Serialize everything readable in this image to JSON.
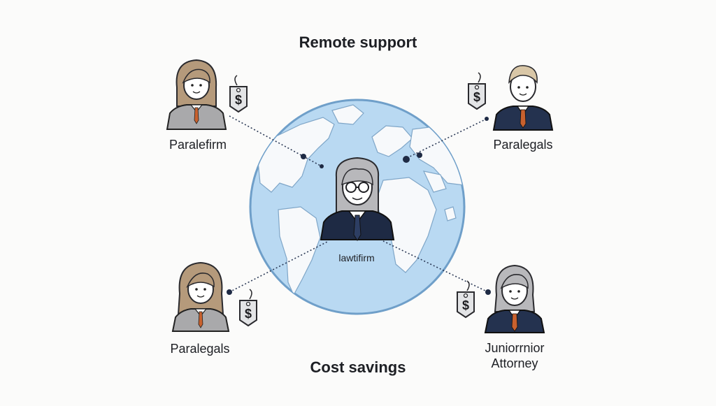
{
  "diagram": {
    "title": "Remote support",
    "footer": "Cost savings",
    "center": {
      "label": "lawtifirm"
    },
    "nodes": {
      "top_left": {
        "label": "Paralefirm",
        "price_tag": "$"
      },
      "top_right": {
        "label": "Paralegals",
        "price_tag": "$"
      },
      "bottom_left": {
        "label": "Paralegals",
        "price_tag": "$"
      },
      "bottom_right": {
        "label_line1": "Juniorrnior",
        "label_line2": "Attorney",
        "price_tag": "$"
      }
    }
  },
  "colors": {
    "globe_ocean": "#b9d9f2",
    "globe_land": "#f7f9fb",
    "globe_outline": "#6f9fc9",
    "connector": "#2c3a56",
    "suit_navy": "#24324f",
    "suit_gray": "#a9a9ab",
    "tie_orange": "#c8612e"
  }
}
